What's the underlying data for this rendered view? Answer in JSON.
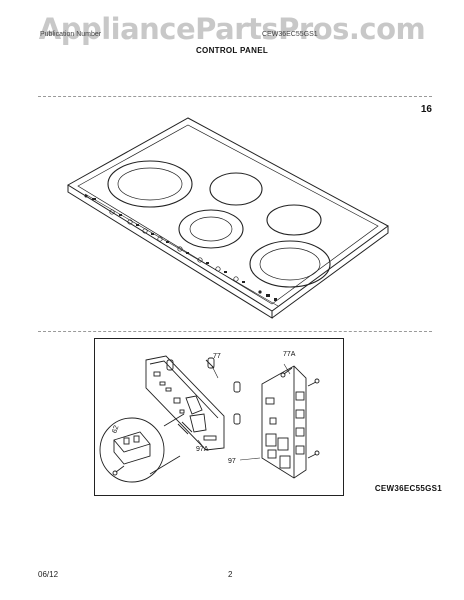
{
  "watermark": "AppliancePartsPros.com",
  "header": {
    "left_text": "Publication Number",
    "right_text": "CEW36EC55GS1",
    "section_title": "CONTROL PANEL"
  },
  "figure_number": "16",
  "callouts": {
    "c77": "77",
    "c77a": "77A",
    "c62": "62",
    "c97a": "97A",
    "c97": "97"
  },
  "model_number": "CEW36EC55GS1",
  "footer": {
    "date": "06/12",
    "page": "2"
  }
}
